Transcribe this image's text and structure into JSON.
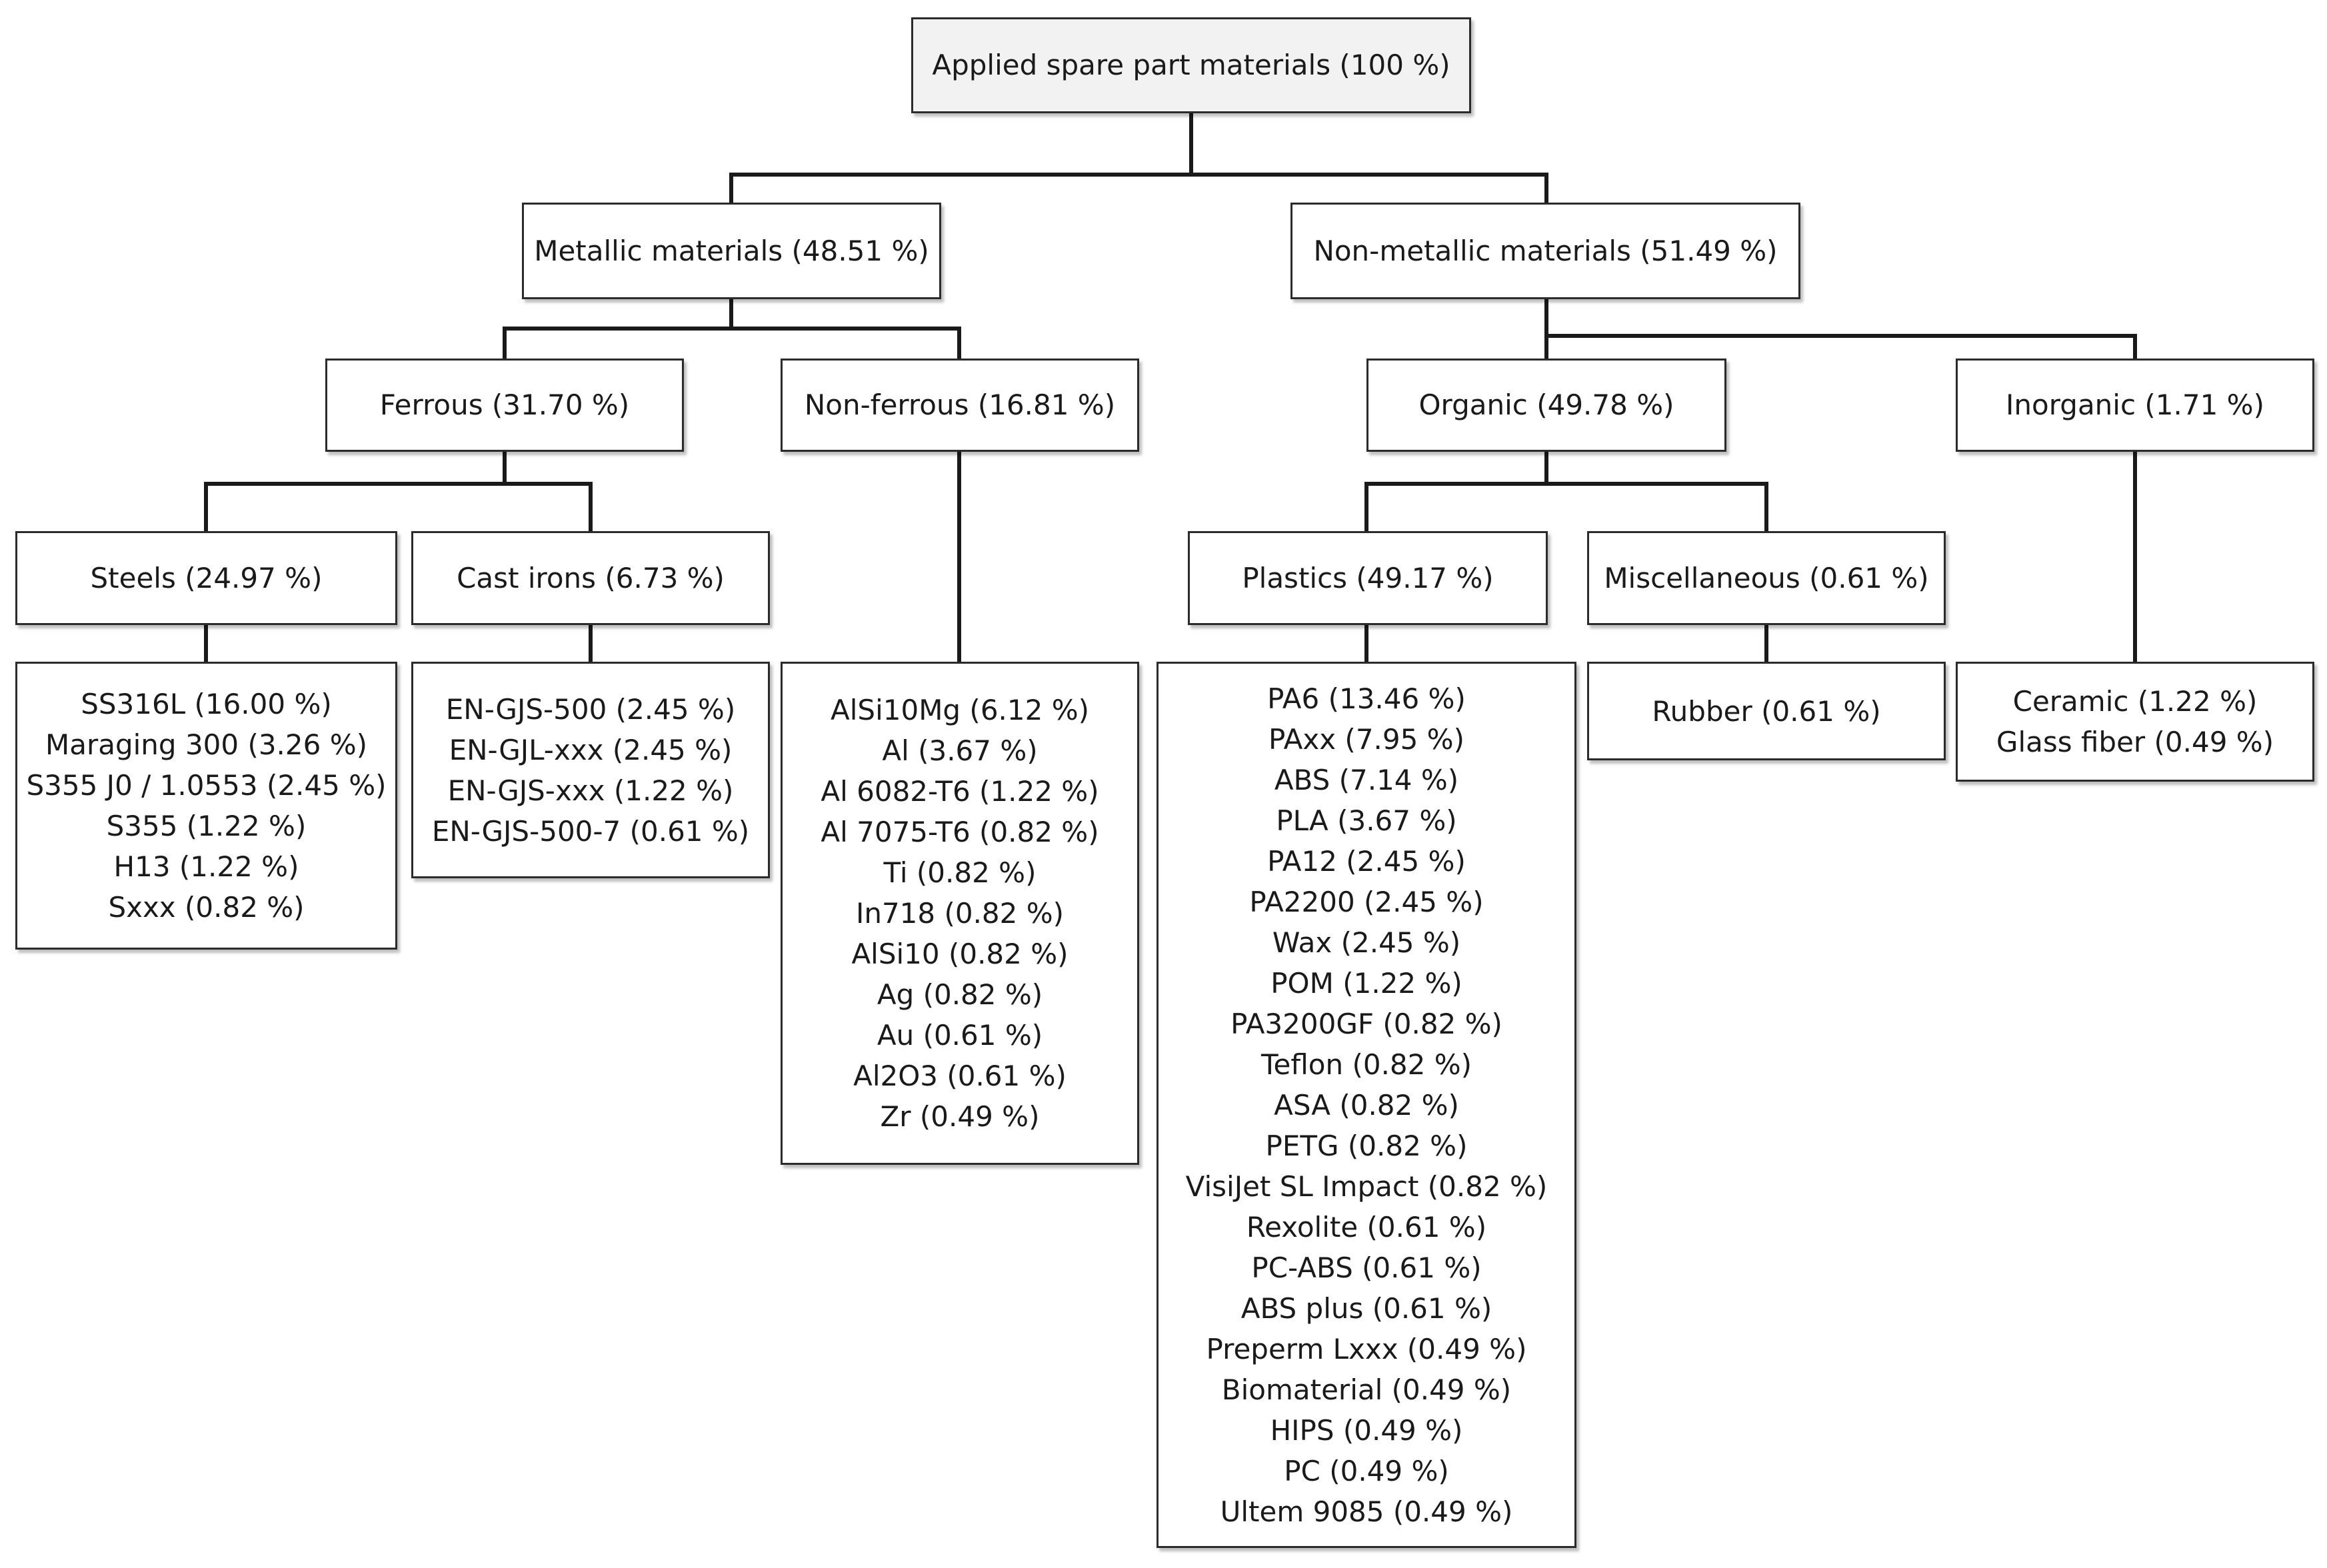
{
  "root": {
    "label": "Applied spare part materials (100 %)"
  },
  "metallic": {
    "label": "Metallic materials (48.51 %)"
  },
  "nonmetallic": {
    "label": "Non-metallic materials (51.49 %)"
  },
  "ferrous": {
    "label": "Ferrous (31.70 %)"
  },
  "nonferrous": {
    "label": "Non-ferrous (16.81 %)"
  },
  "organic": {
    "label": "Organic (49.78 %)"
  },
  "inorganic": {
    "label": "Inorganic (1.71 %)"
  },
  "steels": {
    "label": "Steels (24.97 %)"
  },
  "castirons": {
    "label": "Cast irons (6.73 %)"
  },
  "plastics": {
    "label": "Plastics (49.17 %)"
  },
  "misc": {
    "label": "Miscellaneous (0.61 %)"
  },
  "steels_list": [
    "SS316L (16.00 %)",
    "Maraging 300 (3.26 %)",
    "S355 J0 / 1.0553 (2.45 %)",
    "S355 (1.22 %)",
    "H13 (1.22 %)",
    "Sxxx (0.82 %)"
  ],
  "castirons_list": [
    "EN-GJS-500 (2.45 %)",
    "EN-GJL-xxx (2.45 %)",
    "EN-GJS-xxx (1.22 %)",
    "EN-GJS-500-7 (0.61 %)"
  ],
  "nonferrous_list": [
    "AlSi10Mg (6.12 %)",
    "Al (3.67 %)",
    "Al 6082-T6 (1.22 %)",
    "Al 7075-T6 (0.82 %)",
    "Ti (0.82 %)",
    "In718 (0.82 %)",
    "AlSi10 (0.82 %)",
    "Ag (0.82 %)",
    "Au (0.61 %)",
    "Al2O3 (0.61 %)",
    "Zr (0.49 %)"
  ],
  "plastics_list": [
    "PA6 (13.46 %)",
    "PAxx (7.95 %)",
    "ABS (7.14 %)",
    "PLA (3.67 %)",
    "PA12 (2.45 %)",
    "PA2200 (2.45 %)",
    "Wax (2.45 %)",
    "POM (1.22 %)",
    "PA3200GF (0.82 %)",
    "Teflon (0.82 %)",
    "ASA (0.82 %)",
    "PETG (0.82 %)",
    "VisiJet SL Impact (0.82 %)",
    "Rexolite (0.61 %)",
    "PC-ABS (0.61 %)",
    "ABS plus (0.61 %)",
    "Preperm Lxxx (0.49 %)",
    "Biomaterial (0.49 %)",
    "HIPS (0.49 %)",
    "PC (0.49 %)",
    "Ultem 9085 (0.49 %)"
  ],
  "misc_list": [
    "Rubber (0.61 %)"
  ],
  "inorganic_list": [
    "Ceramic (1.22 %)",
    "Glass fiber (0.49 %)"
  ]
}
